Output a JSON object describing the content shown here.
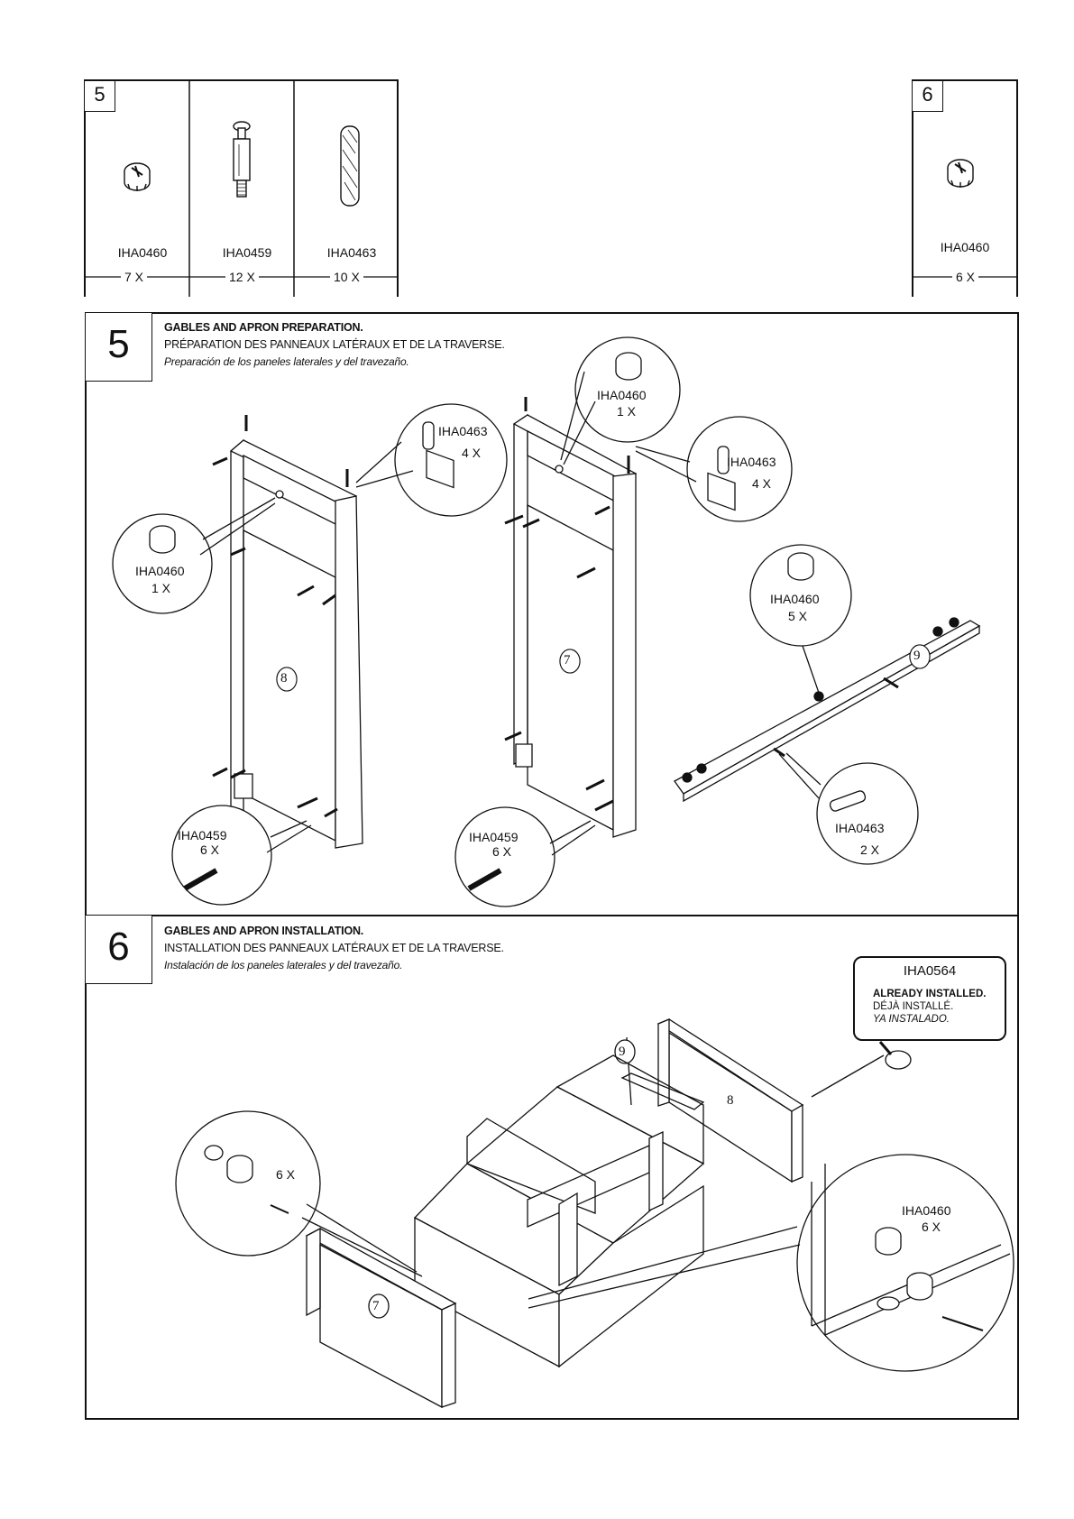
{
  "hardware_5": {
    "step": "5",
    "parts": [
      {
        "code": "IHA0460",
        "qty": "7 X",
        "icon": "cam-lock-icon"
      },
      {
        "code": "IHA0459",
        "qty": "12 X",
        "icon": "cam-bolt-icon"
      },
      {
        "code": "IHA0463",
        "qty": "10 X",
        "icon": "wood-dowel-icon"
      }
    ]
  },
  "hardware_6": {
    "step": "6",
    "parts": [
      {
        "code": "IHA0460",
        "qty": "6 X",
        "icon": "cam-lock-icon"
      }
    ]
  },
  "step5": {
    "number": "5",
    "title_en": "GABLES AND APRON PREPARATION.",
    "title_fr": "PRÉPARATION DES PANNEAUX LATÉRAUX ET DE LA TRAVERSE.",
    "title_es": "Preparación de los paneles laterales y del travezaño.",
    "callouts": [
      {
        "code": "IHA0463",
        "qty": "4 X"
      },
      {
        "code": "IHA0460",
        "qty": "1 X"
      },
      {
        "code": "IHA0459",
        "qty": "6 X"
      },
      {
        "code": "IHA0460",
        "qty": "1 X"
      },
      {
        "code": "IHA0463",
        "qty": "4 X"
      },
      {
        "code": "IHA0460",
        "qty": "5 X"
      },
      {
        "code": "IHA0459",
        "qty": "6 X"
      },
      {
        "code": "IHA0463",
        "qty": "2 X"
      }
    ],
    "part_labels": [
      "8",
      "7",
      "9"
    ]
  },
  "step6": {
    "number": "6",
    "title_en": "GABLES AND APRON INSTALLATION.",
    "title_fr": "INSTALLATION DES PANNEAUX LATÉRAUX ET DE LA TRAVERSE.",
    "title_es": "Instalación de los paneles laterales y del travezaño.",
    "note": {
      "code": "IHA0564",
      "en": "ALREADY INSTALLED.",
      "fr": "DÉJÀ INSTALLÉ.",
      "es": "YA INSTALADO."
    },
    "callouts": [
      {
        "qty": "6 X"
      },
      {
        "code": "IHA0460",
        "qty": "6 X"
      }
    ],
    "part_labels": [
      "9",
      "8",
      "7"
    ]
  }
}
